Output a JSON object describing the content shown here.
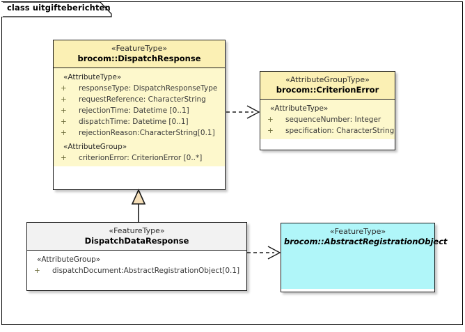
{
  "diagram": {
    "frame_label": "class uitgifteberichten",
    "background": "#ffffff",
    "border_color": "#000000"
  },
  "classes": [
    {
      "id": "dispatch-response",
      "stereotype": "«FeatureType»",
      "name": "brocom::DispatchResponse",
      "fill_header": "#fbf0b4",
      "fill_body": "#fdf8cc",
      "compartments": [
        {
          "group": "«AttributeType»",
          "attributes": [
            {
              "visibility": "+",
              "text": "responseType: DispatchResponseType"
            },
            {
              "visibility": "+",
              "text": "requestReference: CharacterString"
            },
            {
              "visibility": "+",
              "text": "rejectionTime: Datetime [0..1]"
            },
            {
              "visibility": "+",
              "text": "dispatchTime: Datetime [0..1]"
            },
            {
              "visibility": "+",
              "text": "rejectionReason:CharacterString[0.1]"
            }
          ]
        },
        {
          "group": "«AttributeGroup»",
          "attributes": [
            {
              "visibility": "+",
              "text": "criterionError: CriterionError [0..*]"
            }
          ]
        }
      ]
    },
    {
      "id": "criterion-error",
      "stereotype": "«AttributeGroupType»",
      "name": "brocom::CriterionError",
      "fill_header": "#fbf0b4",
      "fill_body": "#fdf8cc",
      "compartments": [
        {
          "group": "«AttributeType»",
          "attributes": [
            {
              "visibility": "+",
              "text": "sequenceNumber: Integer"
            },
            {
              "visibility": "+",
              "text": "specification: CharacterString"
            }
          ]
        }
      ]
    },
    {
      "id": "dispatch-data-response",
      "stereotype": "«FeatureType»",
      "name": "DispatchDataResponse",
      "fill_header": "#f2f2f2",
      "fill_body": "#ffffff",
      "compartments": [
        {
          "group": "«AttributeGroup»",
          "attributes": [
            {
              "visibility": "+",
              "text": "dispatchDocument:AbstractRegistrationObject[0.1]"
            }
          ]
        }
      ]
    },
    {
      "id": "abstract-registration-object",
      "stereotype": "«FeatureType»",
      "name": "brocom::AbstractRegistrationObject",
      "fill_header": "#b0f6f9",
      "fill_body": "#b0f6f9",
      "compartments": []
    }
  ],
  "connectors": [
    {
      "id": "dep-dispatchresponse-criterionerror",
      "kind": "dependency",
      "style": "dashed-open-arrow",
      "from": "dispatch-response",
      "to": "criterion-error"
    },
    {
      "id": "gen-dispatchdataresponse-dispatchresponse",
      "kind": "generalization",
      "style": "solid-hollow-triangle",
      "from": "dispatch-data-response",
      "to": "dispatch-response"
    },
    {
      "id": "dep-dispatchdataresponse-abstractregistrationobject",
      "kind": "dependency",
      "style": "dashed-open-arrow",
      "from": "dispatch-data-response",
      "to": "abstract-registration-object"
    }
  ]
}
